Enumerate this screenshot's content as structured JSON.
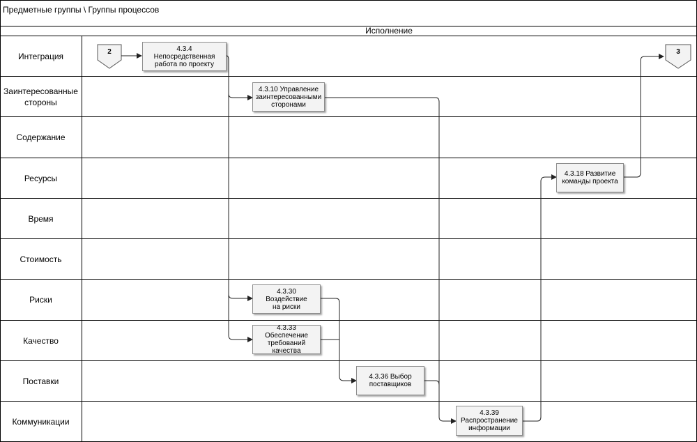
{
  "header": {
    "title": "Предметные группы \\ Группы процессов"
  },
  "phase": {
    "label": "Исполнение"
  },
  "lanes": [
    {
      "id": "integration",
      "label": "Интеграция"
    },
    {
      "id": "stakeholders",
      "label": "Заинтересованные\nстороны"
    },
    {
      "id": "scope",
      "label": "Содержание"
    },
    {
      "id": "resources",
      "label": "Ресурсы"
    },
    {
      "id": "time",
      "label": "Время"
    },
    {
      "id": "cost",
      "label": "Стоимость"
    },
    {
      "id": "risks",
      "label": "Риски"
    },
    {
      "id": "quality",
      "label": "Качество"
    },
    {
      "id": "procurement",
      "label": "Поставки"
    },
    {
      "id": "communications",
      "label": "Коммуникации"
    }
  ],
  "connectors": {
    "in": {
      "label": "2"
    },
    "out": {
      "label": "3"
    }
  },
  "processes": {
    "p434": {
      "label": "4.3.4\nНепосредственная\nработа по проекту"
    },
    "p4310": {
      "label": "4.3.10 Управление\nзаинтересованными\nсторонами"
    },
    "p4318": {
      "label": "4.3.18 Развитие\nкоманды проекта"
    },
    "p4330": {
      "label": "4.3.30 Воздействие\nна риски"
    },
    "p4333": {
      "label": "4.3.33 Обеспечение\nтребований\nкачества"
    },
    "p4336": {
      "label": "4.3.36 Выбор\nпоставщиков"
    },
    "p4339": {
      "label": "4.3.39\nРаспространение\nинформации"
    }
  }
}
